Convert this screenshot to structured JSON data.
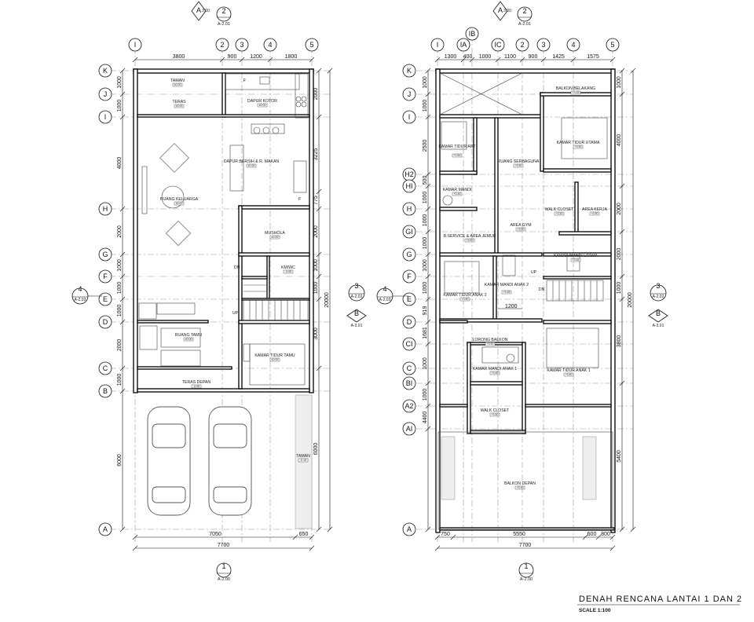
{
  "title": "DENAH RENCANA LANTAI 1 DAN 2",
  "scale": "SCALE 1:100",
  "top_dims_1": [
    "3800",
    "900",
    "1200",
    "1800"
  ],
  "top_dims_2": [
    "1300",
    "400",
    "1000",
    "1100",
    "900",
    "1425",
    "1575"
  ],
  "cols_1": [
    "I",
    "2",
    "3",
    "4",
    "5"
  ],
  "cols_2": [
    "I",
    "IA",
    "IB",
    "IC",
    "2",
    "3",
    "4",
    "5"
  ],
  "rows_1": [
    "K",
    "J",
    "I",
    "H",
    "G",
    "F",
    "E",
    "D",
    "C",
    "B",
    "A"
  ],
  "rows_2": [
    "K",
    "J",
    "I",
    "H2",
    "HI",
    "H",
    "GI",
    "G",
    "F",
    "E",
    "D",
    "CI",
    "C",
    "BI",
    "A2",
    "AI",
    "A"
  ],
  "left_dims_1": [
    "1000",
    "1000",
    "4000",
    "2000",
    "1000",
    "1000",
    "1000",
    "2000",
    "1000",
    "6000"
  ],
  "right_dims_1": [
    "2000",
    "3225",
    "775",
    "2000",
    "1000",
    "1000",
    "3000",
    "6000"
  ],
  "right_total": "20000",
  "left_dims_2": [
    "1000",
    "1000",
    "2500",
    "500",
    "1000",
    "1000",
    "1000",
    "1000",
    "1000",
    "919",
    "1681",
    "1000",
    "1000",
    "4400"
  ],
  "right_dims_2": [
    "1000",
    "4000",
    "2000",
    "2000",
    "1000",
    "3800",
    "5400"
  ],
  "bottom_dims_1": [
    "7050",
    "650"
  ],
  "bottom_total_1": "7700",
  "bottom_dims_2": [
    "750",
    "5550",
    "600",
    "800"
  ],
  "bottom_total_2": "7700",
  "inner_dim_2": "1200",
  "sections": {
    "top_num": "2",
    "top_ref": "A-2.01",
    "top_letter": "A",
    "top_sub": "3.00",
    "left_num": "4",
    "left_ref": "A-2.03",
    "right_num": "3",
    "right_ref": "A-2.02",
    "right_letter": "B",
    "right_letter_ref": "A-3.01",
    "bottom_num": "1",
    "bottom_ref": "A-2.00"
  },
  "rooms_1": [
    {
      "name": "TAMAN",
      "lvl": "±0.00"
    },
    {
      "name": "TERAS",
      "lvl": "±0.00"
    },
    {
      "name": "DAPUR KOTOR",
      "lvl": "±0.00"
    },
    {
      "name": "DAPUR BERSIH & R. MAKAN",
      "lvl": "±0.00"
    },
    {
      "name": "RUANG KELUARGA",
      "lvl": "±0.00"
    },
    {
      "name": "MUSHOLA",
      "lvl": "±0.00"
    },
    {
      "name": "KM/WC",
      "lvl": "-0.05"
    },
    {
      "name": "RUANG TAMU",
      "lvl": "±0.00"
    },
    {
      "name": "KAMAR TIDUR TAMU",
      "lvl": "±0.00"
    },
    {
      "name": "TERAS DEPAN",
      "lvl": "-0.05"
    },
    {
      "name": "TAMAN",
      "lvl": "-0.10"
    }
  ],
  "rooms_2": [
    {
      "name": "BALKON BELAKANG",
      "lvl": "+3.45"
    },
    {
      "name": "KAMAR TIDUR ART",
      "lvl": "+3.50"
    },
    {
      "name": "KAMAR TIDUR UTAMA",
      "lvl": "+3.50"
    },
    {
      "name": "RUANG SERBAGUNA",
      "lvl": "+3.50"
    },
    {
      "name": "KAMAR MANDI",
      "lvl": "+3.45"
    },
    {
      "name": "WALK CLOSET",
      "lvl": "+3.50"
    },
    {
      "name": "AREA KERJA",
      "lvl": "+3.50"
    },
    {
      "name": "AREA GYM",
      "lvl": "+3.50"
    },
    {
      "name": "R.SERVICE & AREA JEMUR",
      "lvl": "+3.50"
    },
    {
      "name": "KAMAR MANDI UTAMA",
      "lvl": "+3.45"
    },
    {
      "name": "KAMAR MANDI ANAK 2",
      "lvl": "+3.45"
    },
    {
      "name": "KAMAR TIDUR ANAK 2",
      "lvl": "+3.50"
    },
    {
      "name": "LORONG BALKON",
      "lvl": "+3.50"
    },
    {
      "name": "KAMAR MANDI ANAK 1",
      "lvl": "+3.45"
    },
    {
      "name": "KAMAR TIDUR ANAK 1",
      "lvl": "+3.50"
    },
    {
      "name": "WALK CLOSET",
      "lvl": "+3.50"
    },
    {
      "name": "BALKON DEPAN",
      "lvl": "+3.45"
    }
  ],
  "marks": {
    "dn": "DN",
    "up": "UP",
    "f": "F"
  }
}
